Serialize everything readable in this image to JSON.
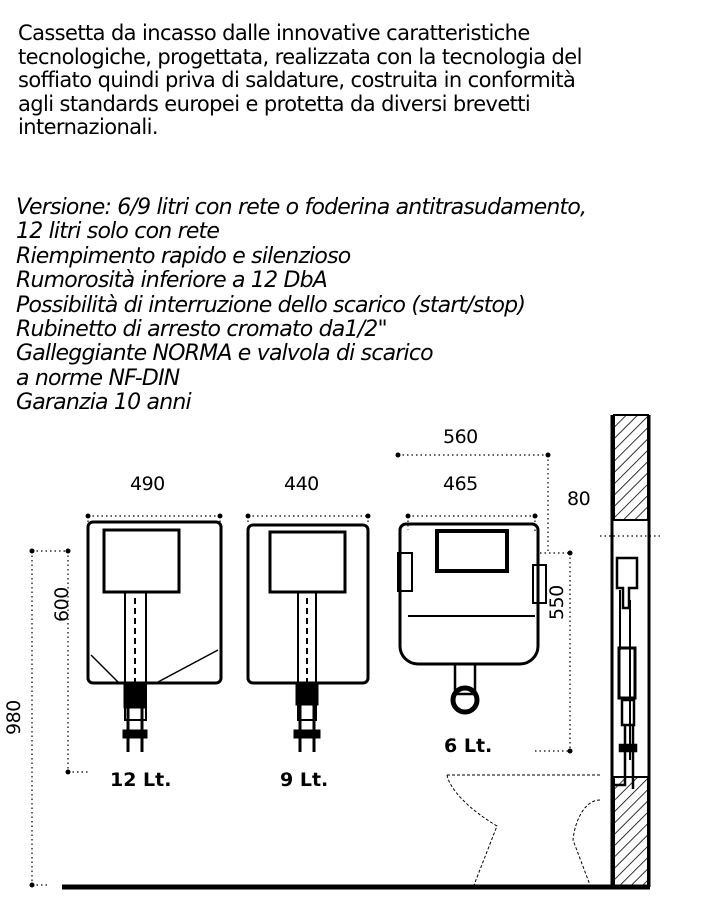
{
  "intro": [
    "Cassetta da incasso dalle innovative caratteristiche",
    "tecnologiche, progettata, realizzata con la tecnologia del",
    "soffiato quindi priva di saldature, costruita in conformità",
    "agli standards europei e protetta da diversi brevetti",
    "internazionali."
  ],
  "features": [
    "Versione: 6/9 litri con rete o foderina antitrasudamento,",
    "12 litri solo con rete",
    "Riempimento rapido e silenzioso",
    "Rumorosità inferiore a 12 DbA",
    "Possibilità di interruzione dello scarico (start/stop)",
    "Rubinetto di arresto cromato da1/2\"",
    "Galleggiante NORMA e valvola di scarico",
    "a norme NF-DIN",
    "Garanzia 10 anni"
  ],
  "drawing": {
    "dims": {
      "w12": "490",
      "h12": "600",
      "total_h": "980",
      "w9": "440",
      "w6_outer": "560",
      "w6": "465",
      "h6": "550",
      "depth": "80"
    },
    "labels": {
      "c12": "12 Lt.",
      "c9": "9 Lt.",
      "c6": "6 Lt."
    }
  }
}
